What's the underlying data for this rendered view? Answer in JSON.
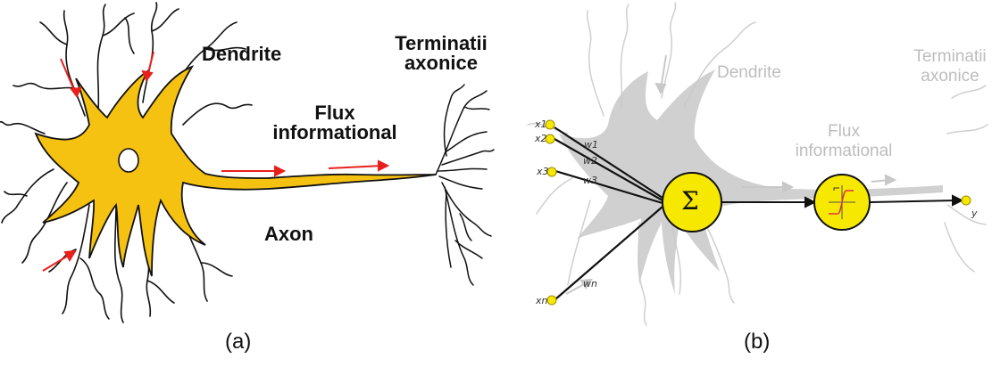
{
  "panel_a": {
    "dendrite_label": "Dendrite",
    "terminals_line1": "Terminatii",
    "terminals_line2": "axonice",
    "flux_line1": "Flux",
    "flux_line2": "informational",
    "axon_label": "Axon",
    "caption": "(a)"
  },
  "panel_b": {
    "dendrite_label": "Dendrite",
    "terminals_line1": "Terminatii",
    "terminals_line2": "axonice",
    "flux_line1": "Flux",
    "flux_line2": "informational",
    "inputs": [
      "x1",
      "x2",
      "x3",
      "xn"
    ],
    "weights": [
      "w1",
      "w2",
      "w3",
      "wn"
    ],
    "sum_symbol": "Σ",
    "output_label": "y",
    "caption": "(b)"
  },
  "colors": {
    "neuron_fill": "#f5c211",
    "node_fill": "#f7e800",
    "arrow": "#e8201c",
    "faded_gray": "#c8c8c8"
  }
}
